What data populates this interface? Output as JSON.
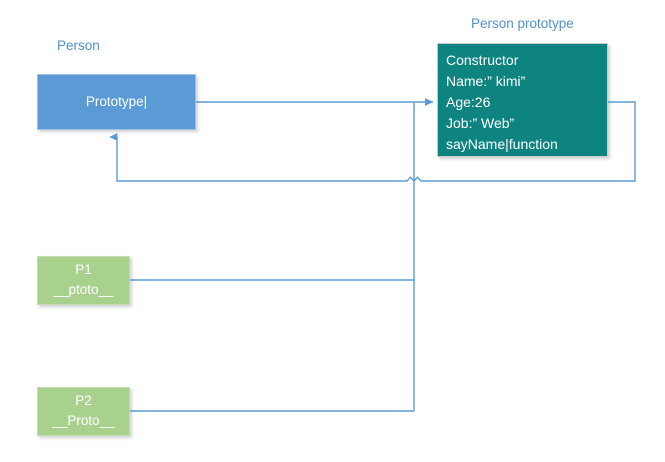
{
  "diagram": {
    "title_person": "Person",
    "title_person_prototype": "Person prototype",
    "colors": {
      "person_box": "#5B9BD5",
      "prototype_box": "#0D8480",
      "instance_box": "#A9D18E",
      "connector": "#5B9BD5",
      "caption_text": "#4F93CE",
      "box_text": "#FFFFFF",
      "background": "#FFFFFF"
    },
    "nodes": {
      "person": {
        "label": "Prototype|"
      },
      "person_prototype": {
        "lines": [
          "Constructor",
          "Name:” kimi”",
          "Age:26",
          "Job:” Web”",
          "sayName|function"
        ]
      },
      "p1": {
        "line1": "P1",
        "line2": "__ptoto__"
      },
      "p2": {
        "line1": "P2",
        "line2": "__Proto__"
      }
    },
    "connectors": [
      {
        "name": "person-to-prototype",
        "from": "Person.Prototype",
        "to": "Person prototype",
        "arrow": "right"
      },
      {
        "name": "prototype-constructor-back-to-person",
        "from": "Person prototype",
        "to": "Person.Prototype",
        "arrow": "up"
      },
      {
        "name": "p1-proto-to-prototype",
        "from": "P1.__ptoto__",
        "to": "Person prototype",
        "arrow": "none"
      },
      {
        "name": "p2-proto-to-prototype",
        "from": "P2.__Proto__",
        "to": "Person prototype",
        "arrow": "none"
      }
    ]
  }
}
